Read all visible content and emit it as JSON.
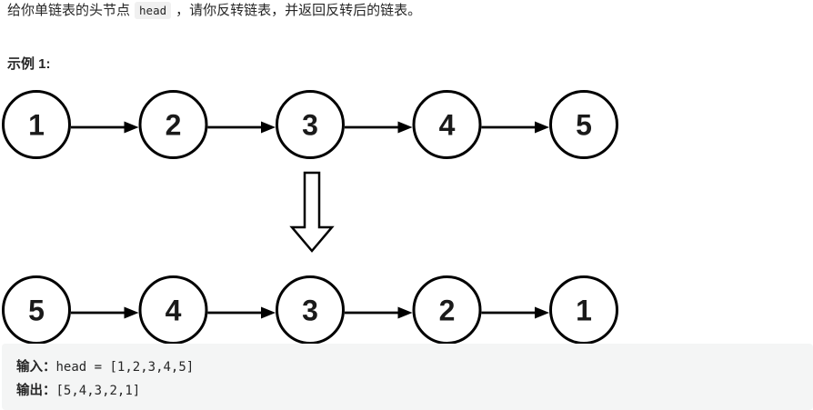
{
  "colors": {
    "text": "#262626",
    "node_stroke": "#000000",
    "node_fill": "#ffffff",
    "code_block_bg": "#f4f5f5",
    "inline_code_bg": "#f0f0f0"
  },
  "description": {
    "prefix": "给你单链表的头节点",
    "inline_code": "head",
    "suffix": "，请你反转链表，并返回反转后的链表。"
  },
  "example": {
    "label": "示例 1:"
  },
  "diagram": {
    "original_list": [
      1,
      2,
      3,
      4,
      5
    ],
    "reversed_list": [
      5,
      4,
      3,
      2,
      1
    ],
    "transform_icon": "down-arrow"
  },
  "io_block": {
    "input_label": "输入：",
    "input_value": "head = [1,2,3,4,5]",
    "output_label": "输出：",
    "output_value": "[5,4,3,2,1]"
  }
}
